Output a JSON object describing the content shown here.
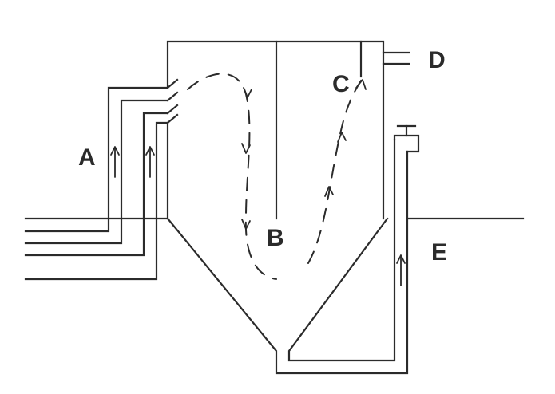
{
  "labels": {
    "a": "A",
    "b": "B",
    "c": "C",
    "d": "D",
    "e": "E"
  },
  "colors": {
    "stroke": "#2b2b2b",
    "background": "#ffffff"
  }
}
